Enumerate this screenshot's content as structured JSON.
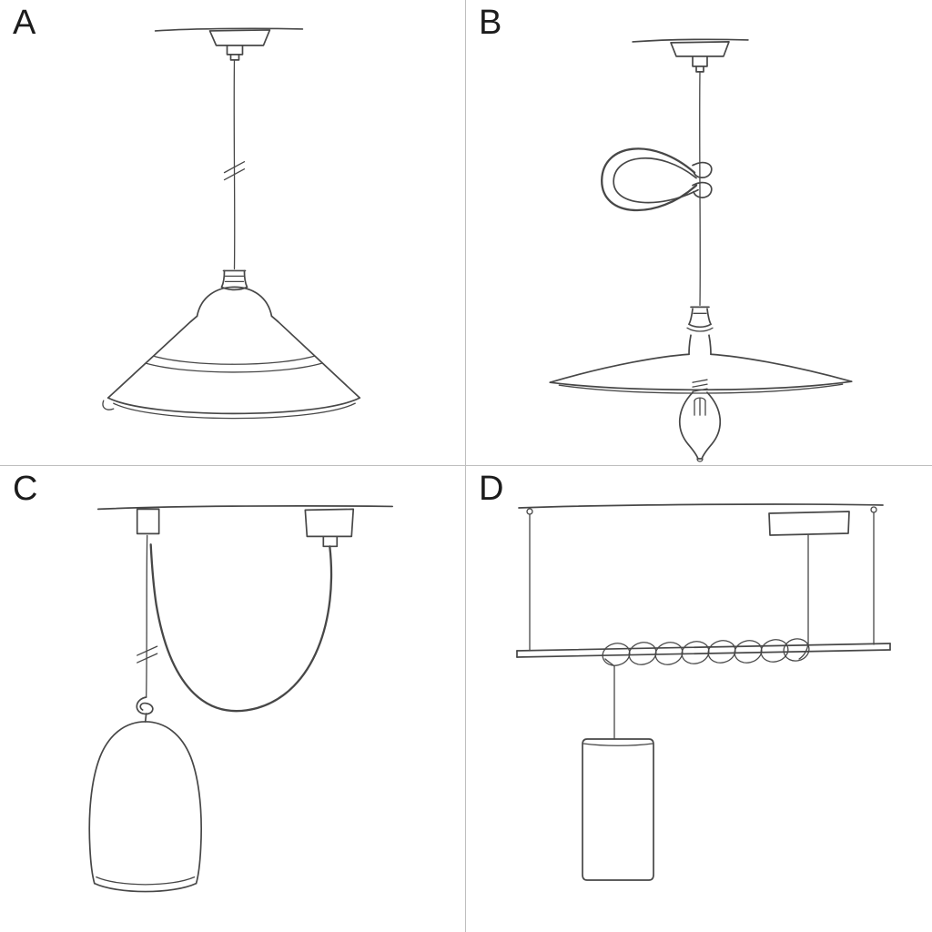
{
  "page": {
    "background_color": "#ffffff",
    "divider_color": "#bfbfbf",
    "sketch_stroke_color": "#474747",
    "label_color": "#1c1c1c"
  },
  "panels": [
    {
      "label": "A",
      "drawing": "pendant-lamp-industrial-bowl-shade-sketch"
    },
    {
      "label": "B",
      "drawing": "pendant-lamp-cable-loop-flat-shade-bulb-sketch"
    },
    {
      "label": "C",
      "drawing": "swag-pendant-lamp-bell-shade-sketch"
    },
    {
      "label": "D",
      "drawing": "pendant-lamp-bar-coiled-cable-tube-shade-sketch"
    }
  ]
}
